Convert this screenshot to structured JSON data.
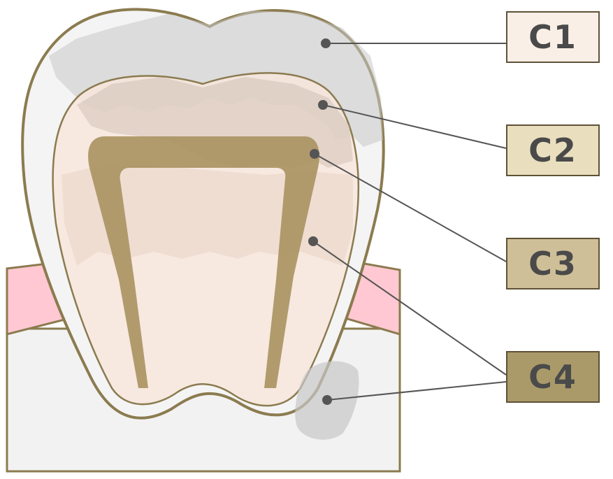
{
  "labels": [
    {
      "id": "c1",
      "text": "C1",
      "color": "#f9efe6"
    },
    {
      "id": "c2",
      "text": "C2",
      "color": "#e9dfbf"
    },
    {
      "id": "c3",
      "text": "C3",
      "color": "#cfbf98"
    },
    {
      "id": "c4",
      "text": "C4",
      "color": "#aa9a6a"
    }
  ],
  "colors": {
    "outline": "#8b7b4f",
    "gum": "#ffc8d2",
    "bone": "#f2f2f2",
    "enamel": "#f3f3f3",
    "dentin": "#f7e6dc",
    "pulp": "#a89260",
    "caries_gray": "#c8c8c8",
    "leader": "#555555"
  }
}
